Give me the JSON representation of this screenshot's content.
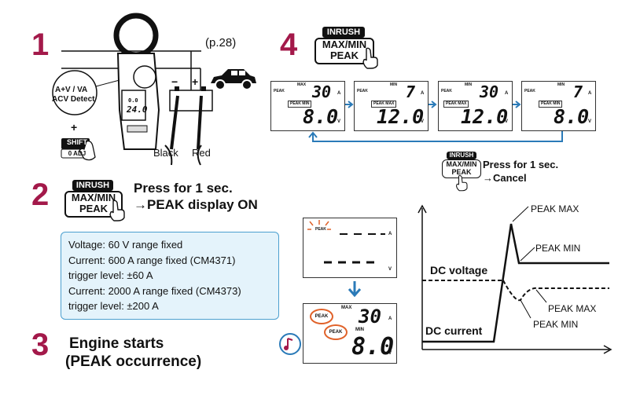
{
  "steps": {
    "s1": "1",
    "s2": "2",
    "s3": "3",
    "s4": "4"
  },
  "step1": {
    "page_ref": "(p.28)",
    "minus": "−",
    "plus": "+",
    "black_label": "Black",
    "red_label": "Red",
    "acv_line1": "A+V / VA",
    "acv_line2": "ACV Detect",
    "plus_sign": "+",
    "shift_label": "SHIFT",
    "zero_adj_label": "0 ADJ",
    "meter_readout_top": "0.0",
    "meter_readout_bottom": "24.0"
  },
  "button": {
    "inrush": "INRUSH",
    "maxmin": "MAX/MIN",
    "peak": "PEAK"
  },
  "step2": {
    "press_line1": "Press for 1 sec.",
    "press_line2": "→PEAK display ON"
  },
  "info": {
    "lines": [
      "Voltage: 60 V range fixed",
      "Current: 600 A range fixed (CM4371)",
      "trigger level: ±60 A",
      "Current: 2000 A range fixed (CM4373)",
      "trigger level: ±200 A"
    ]
  },
  "step3": {
    "line1": "Engine starts",
    "line2": "(PEAK occurrence)"
  },
  "step4": {
    "cancel_line1": "Press for 1 sec.",
    "cancel_line2": "→Cancel"
  },
  "lcds": [
    {
      "mode_top": "MAX",
      "mode_box": "PEAK   MIN",
      "top": "30",
      "bottom": "8.0",
      "peak_small": "PEAK",
      "unit_top": "A",
      "unit_bottom": "V"
    },
    {
      "mode_top": "MIN",
      "mode_box": "PEAK MAX",
      "top": "7",
      "bottom": "12.0",
      "peak_small": "PEAK",
      "unit_top": "A",
      "unit_bottom": "V"
    },
    {
      "mode_top": "MIN",
      "mode_box": "PEAK MAX",
      "top": "30",
      "bottom": "12.0",
      "peak_small": "PEAK",
      "unit_top": "A",
      "unit_bottom": "V"
    },
    {
      "mode_top": "MIN",
      "mode_box": "PEAK   MIN",
      "top": "7",
      "bottom": "8.0",
      "peak_small": "PEAK",
      "unit_top": "A",
      "unit_bottom": "V"
    }
  ],
  "peak_lcd_before": {
    "peak_small": "PEAK",
    "unit_top": "A",
    "unit_bottom": "V"
  },
  "peak_lcd_after": {
    "max_label": "MAX",
    "min_label": "MIN",
    "top": "30",
    "bottom": "8.0",
    "peak_a": "PEAK",
    "peak_b": "PEAK",
    "unit_top": "A",
    "unit_bottom": "V"
  },
  "waveform": {
    "peak_max_top": "PEAK MAX",
    "peak_min_top": "PEAK MIN",
    "dc_voltage": "DC voltage",
    "peak_max_bottom": "PEAK MAX",
    "peak_min_bottom": "PEAK MIN",
    "dc_current": "DC current"
  },
  "colors": {
    "step_number": "#a3194a",
    "arrow_blue": "#2a7ab8",
    "info_bg": "#e4f3fb",
    "info_border": "#4b9fcf",
    "alert_orange": "#e0622a"
  }
}
